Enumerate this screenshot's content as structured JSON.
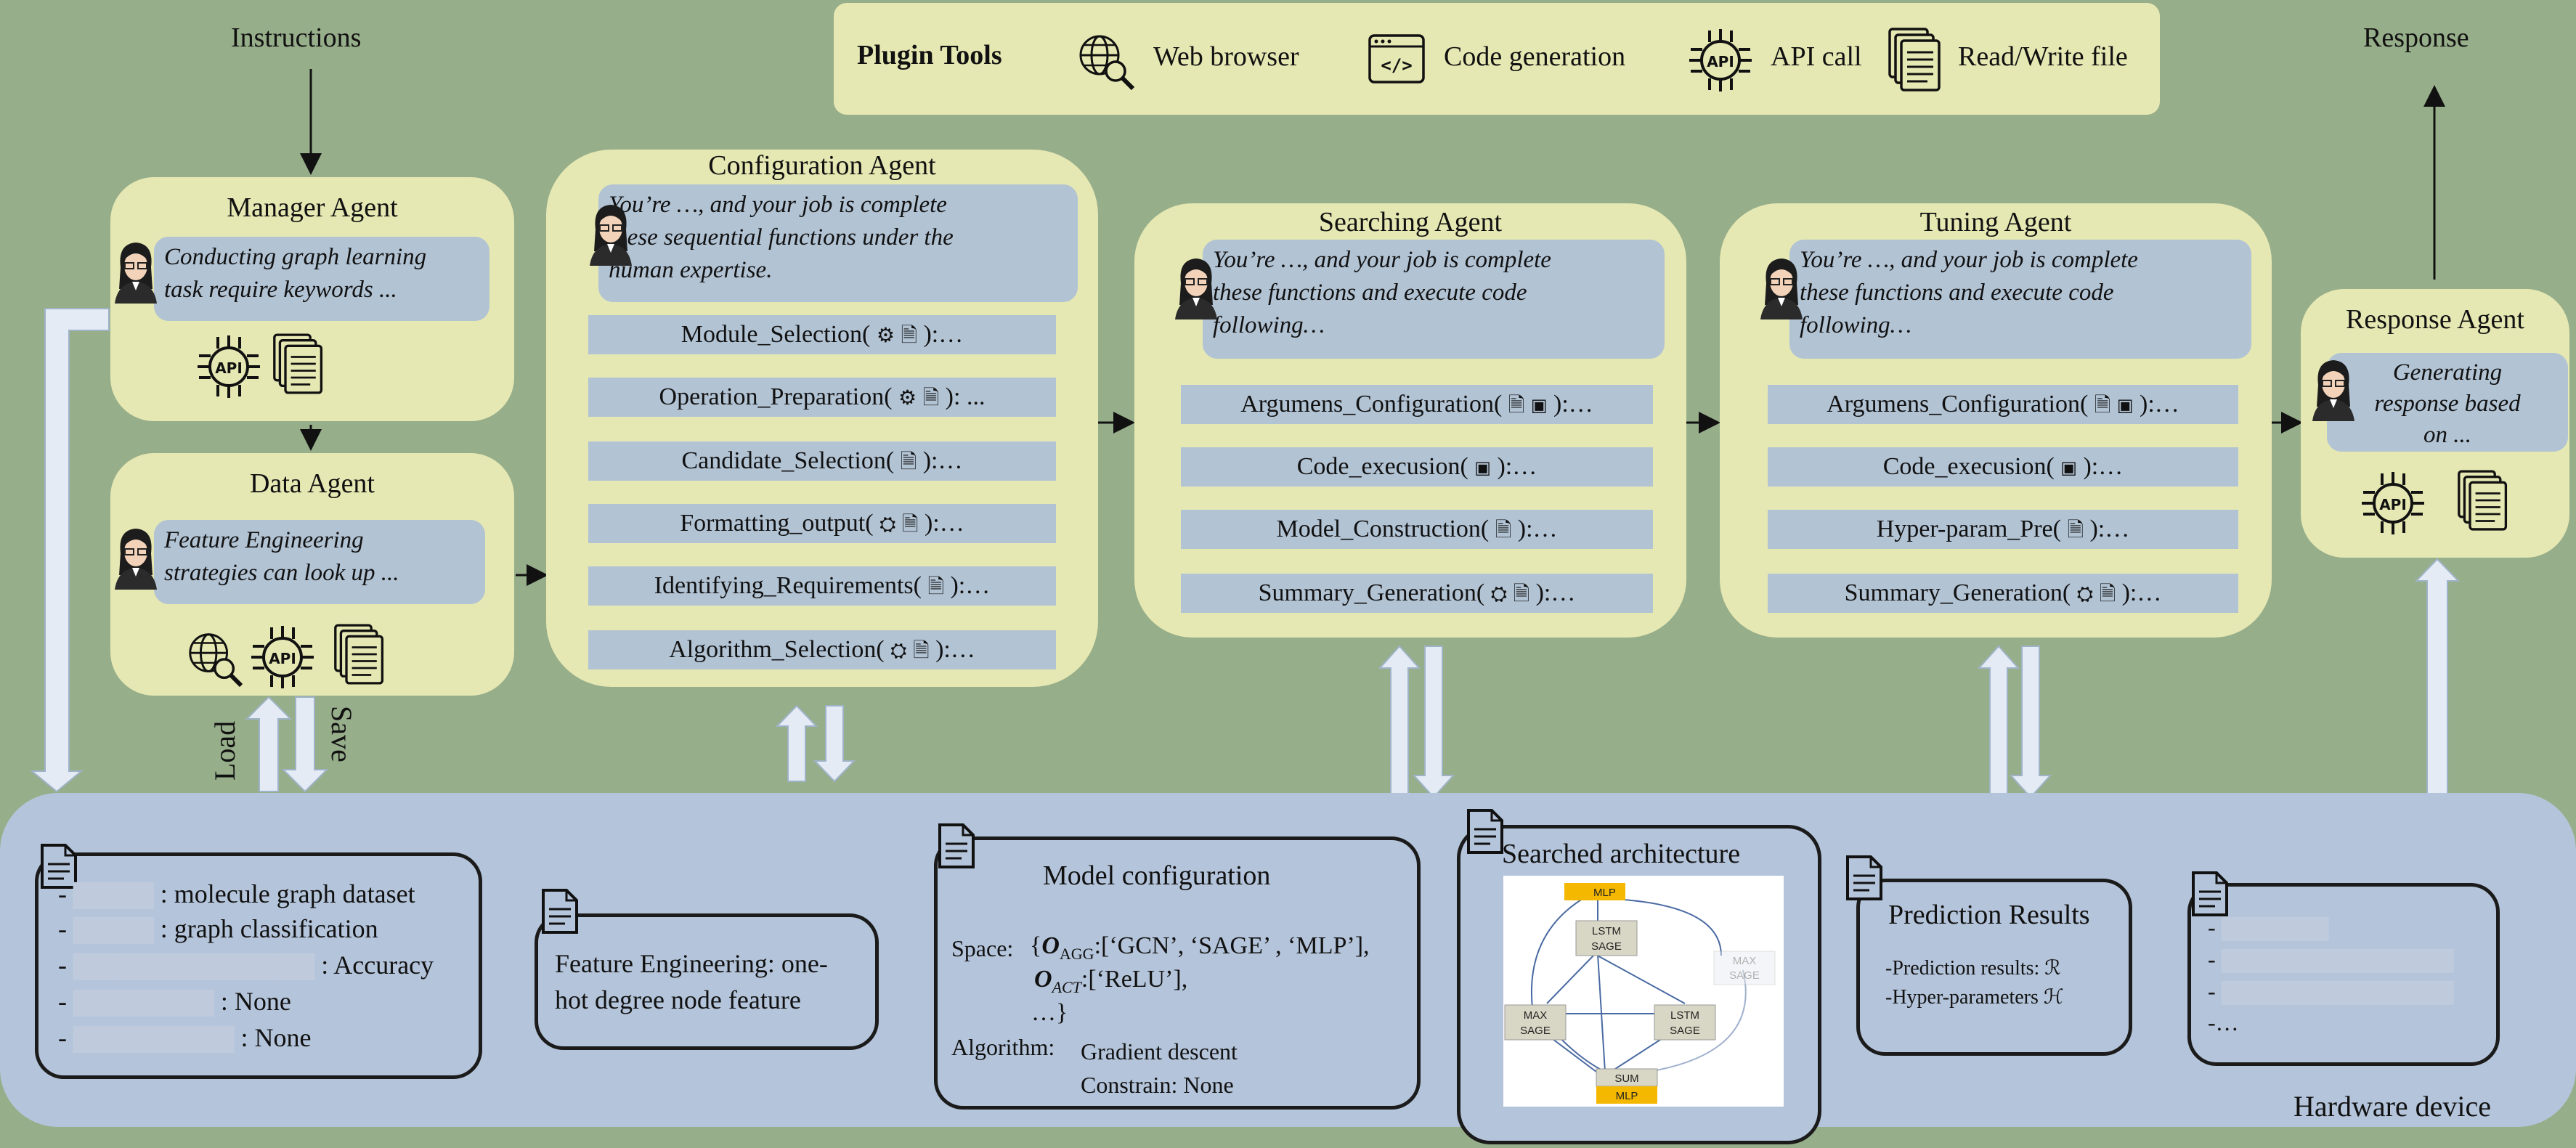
{
  "instructions_label": "Instructions",
  "response_label": "Response",
  "plugin_tools": {
    "title": "Plugin Tools",
    "tools": [
      {
        "label": "Web browser",
        "icon": "globe-search-icon"
      },
      {
        "label": "Code generation",
        "icon": "code-window-icon"
      },
      {
        "label": "API call",
        "icon": "api-chip-icon"
      },
      {
        "label": "Read/Write file",
        "icon": "document-stack-icon"
      }
    ]
  },
  "manager_agent": {
    "title": "Manager Agent",
    "prompt_line1": "Conducting graph learning",
    "prompt_line2": "task require keywords ..."
  },
  "data_agent": {
    "title": "Data Agent",
    "prompt_line1": "Feature Engineering",
    "prompt_line2": "strategies can look up ...",
    "load_label": "Load",
    "save_label": "Save"
  },
  "configuration_agent": {
    "title": "Configuration Agent",
    "prompt_line1": "You’re …, and your job is complete",
    "prompt_line2": "these sequential functions under the",
    "prompt_line3": "human expertise.",
    "functions": [
      {
        "pre": "Module_Selection(",
        "post": "):…"
      },
      {
        "pre": "Operation_Preparation(",
        "post": "): ..."
      },
      {
        "pre": "Candidate_Selection(",
        "post": "):…"
      },
      {
        "pre": "Formatting_output(",
        "post": "):…"
      },
      {
        "pre": "Identifying_Requirements(",
        "post": "):…"
      },
      {
        "pre": "Algorithm_Selection(",
        "post": "):…"
      }
    ]
  },
  "searching_agent": {
    "title": "Searching Agent",
    "prompt_line1": "You’re …, and your job is complete",
    "prompt_line2": "these functions and execute code",
    "prompt_line3": "following…",
    "functions": [
      {
        "pre": "Argumens_Configuration(",
        "post": "):…"
      },
      {
        "pre": "Code_execusion(",
        "post": "):…"
      },
      {
        "pre": "Model_Construction(",
        "post": "):…"
      },
      {
        "pre": "Summary_Generation(",
        "post": "):…"
      }
    ]
  },
  "tuning_agent": {
    "title": "Tuning Agent",
    "prompt_line1": "You’re …, and your job is complete",
    "prompt_line2": "these functions and execute code",
    "prompt_line3": "following…",
    "functions": [
      {
        "pre": "Argumens_Configuration(",
        "post": "):…"
      },
      {
        "pre": "Code_execusion(",
        "post": "):…"
      },
      {
        "pre": "Hyper-param_Pre(",
        "post": "):…"
      },
      {
        "pre": "Summary_Generation(",
        "post": "):…"
      }
    ]
  },
  "response_agent": {
    "title": "Response Agent",
    "prompt_line1": "Generating",
    "prompt_line2": "response based",
    "prompt_line3": "on ..."
  },
  "hardware": {
    "label": "Hardware device",
    "task_card": {
      "line1": ": molecule graph dataset",
      "line2": ": graph classification",
      "line3": ": Accuracy",
      "line4": ": None",
      "line5": ": None"
    },
    "feature_card": {
      "line1": "Feature Engineering: one-",
      "line2": "hot degree node feature"
    },
    "model_card": {
      "title": "Model  configuration",
      "space_label": "Space:",
      "agg_text": ":[‘GCN’, ‘SAGE’ , ‘MLP’],",
      "act_text": ":[‘ReLU’],",
      "ellipsis": "…}",
      "algorithm_label": "Algorithm:",
      "algorithm_value": "Gradient descent",
      "constrain": "Constrain: None"
    },
    "arch_card": {
      "title": "Searched architecture",
      "nodes": [
        "MLP",
        "LSTM",
        "SAGE",
        "MAX",
        "SAGE",
        "LSTM",
        "SAGE",
        "MAX",
        "SAGE",
        "SUM",
        "MLP"
      ]
    },
    "prediction_card": {
      "title": "Prediction Results",
      "line1": "-Prediction results: ℛ",
      "line2": "-Hyper-parameters ℋ"
    },
    "last_card": {
      "ellipsis": "-…"
    }
  },
  "colors": {
    "background": "#97ae8a",
    "agent_box": "#e6e8b3",
    "bubble": "#b2c3d4",
    "hardware": "#b4c4da",
    "architecture_gold": "#f5b800"
  }
}
